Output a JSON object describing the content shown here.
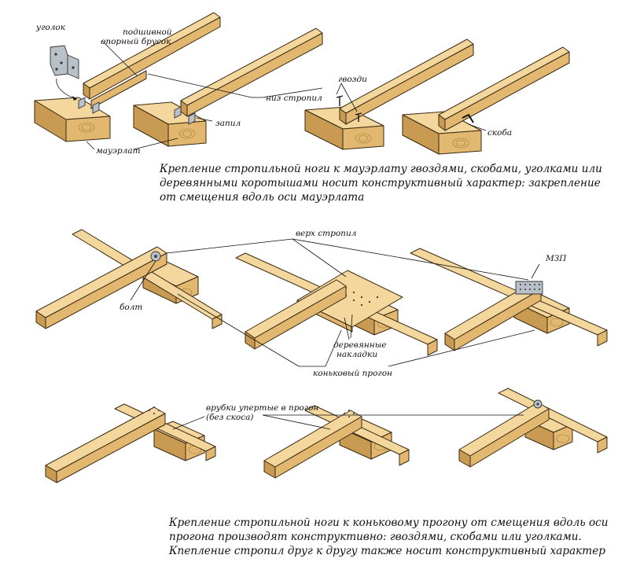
{
  "labels": {
    "corner": "уголок",
    "support_bar_1": "подшивной",
    "support_bar_2": "опорный брусок",
    "rafter_bottom": "низ стропил",
    "nails": "гвозди",
    "notch": "запил",
    "mauerlat": "мауэрлат",
    "staple": "скоба",
    "rafter_top": "верх стропил",
    "mzp": "МЗП",
    "bolt": "болт",
    "wood_plates_1": "деревянные",
    "wood_plates_2": "накладки",
    "ridge_purlin": "коньковый прогон",
    "notch_purlin_1": "врубки упертые в прогон",
    "notch_purlin_2": "(без скоса)"
  },
  "caption1": {
    "line1": "Крепление стропильной ноги к мауэрлату гвоздями, скобами, уголками или",
    "line2": "деревянными коротышами носит конструктивный характер: закрепление",
    "line3": "от смещения вдоль оси мауэрлата"
  },
  "caption2": {
    "line1": "Крепление стропильной ноги к коньковому прогону от смещения вдоль оси",
    "line2": "прогона производят конструктивно: гвоздями, скобами или уголками.",
    "line3": "Кпепление стропил друг к другу также носит конструктивный характер"
  },
  "colors": {
    "wood_top": "#f4d79c",
    "wood_side": "#e2b870",
    "wood_dark": "#c99a52",
    "metal": "#b8c1c8",
    "outline": "#3a2a14"
  }
}
